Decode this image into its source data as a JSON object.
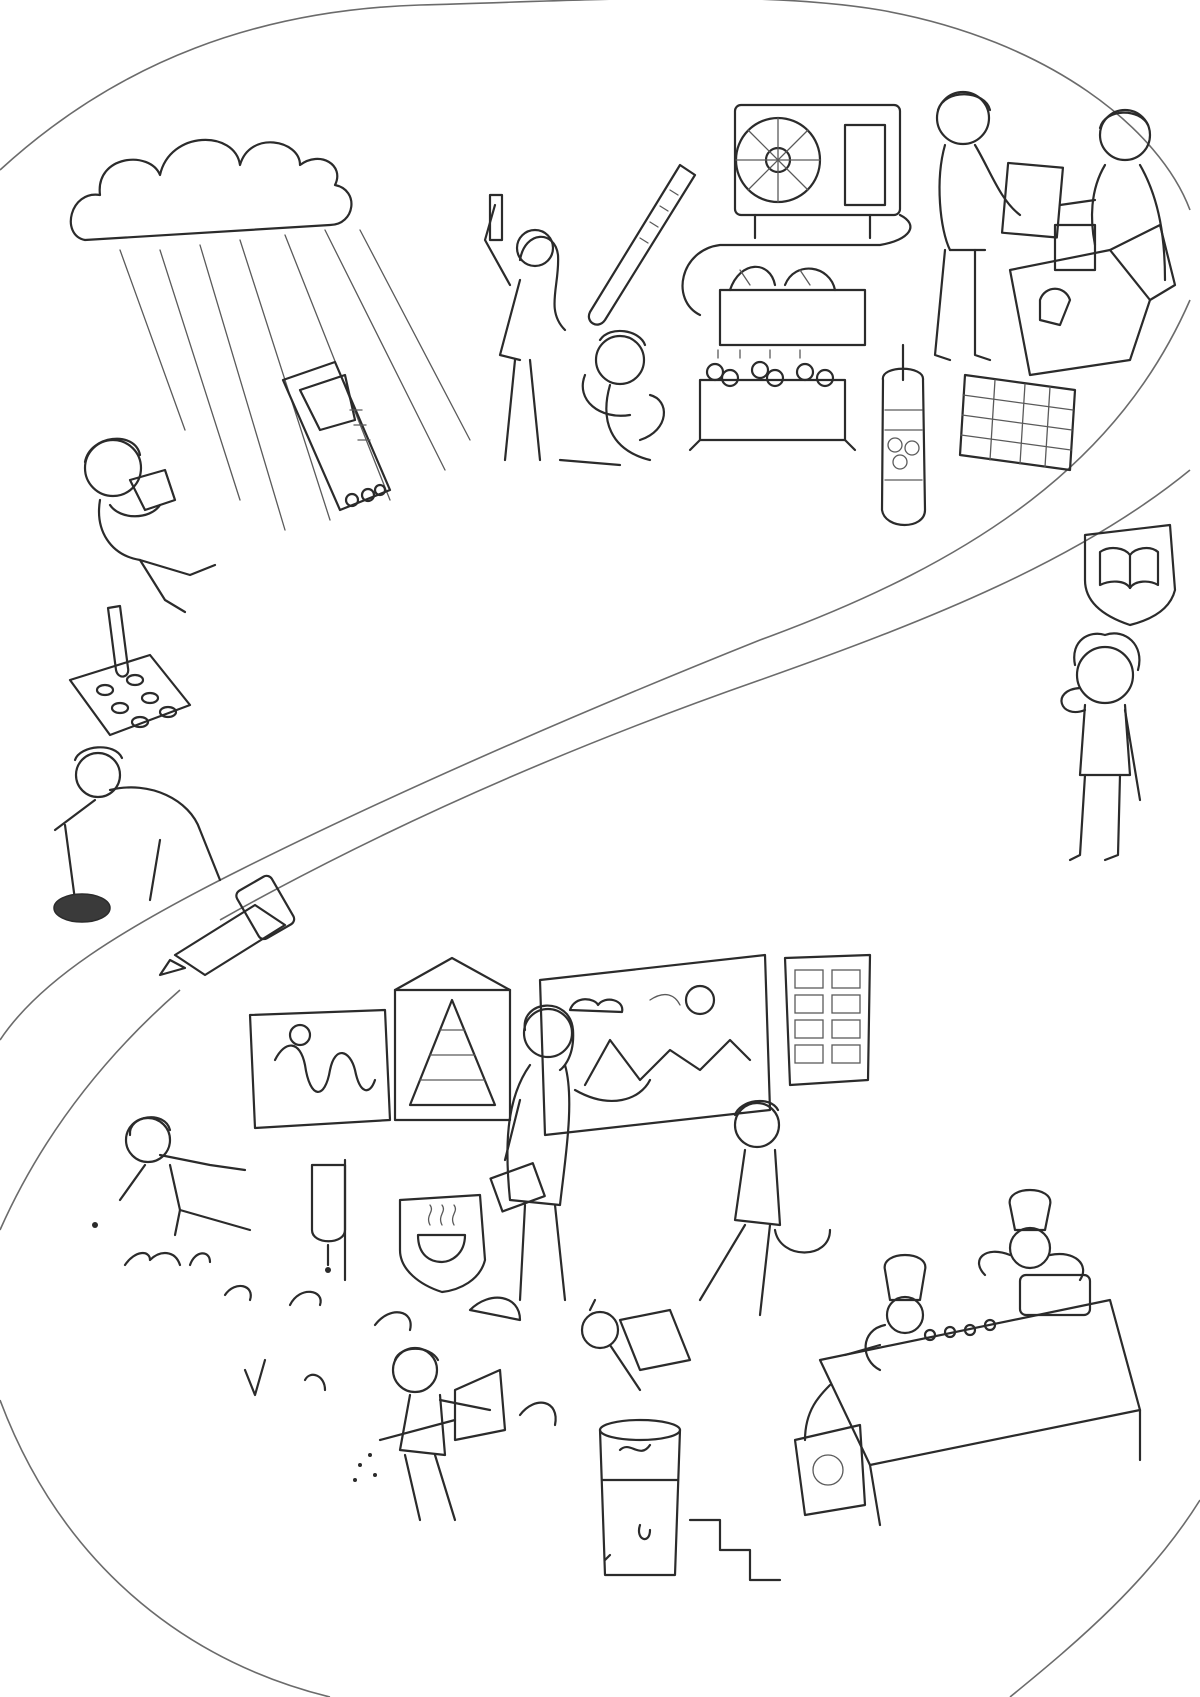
{
  "illustration": {
    "style": "pencil sketch",
    "colors": {
      "ink": "#2b2b2b",
      "paper": "#ffffff"
    },
    "scenes": [
      "rain-cloud-with-rain-gauge",
      "girl-with-clipboard",
      "test-tube-and-plate",
      "person-with-metal-detector",
      "thermometer-and-measuring-kids",
      "air-conditioner-and-planter-boxes",
      "two-men-with-recycling-box",
      "water-filter-bottle",
      "data-table",
      "book-shield-emblem",
      "thinking-child",
      "classroom-posters",
      "teacher-with-clipboard",
      "children-gardening",
      "soup-bowl-shield-emblem",
      "worm-compost-bin",
      "kitchen-chefs-table"
    ]
  }
}
